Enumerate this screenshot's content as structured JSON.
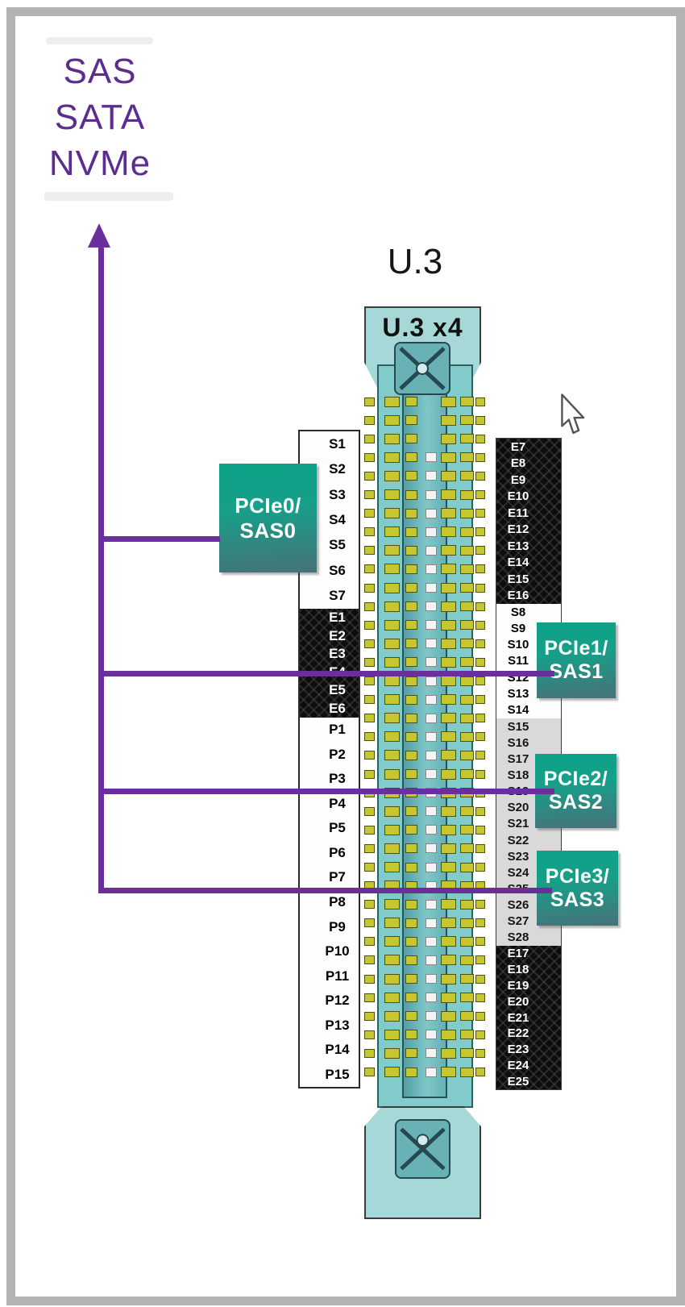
{
  "page": {
    "bus_labels": [
      "SAS",
      "SATA",
      "NVMe"
    ],
    "connector_title": "U.3",
    "connector_body_label": "U.3 x4"
  },
  "colors": {
    "purple_text": "#5b2d90",
    "purple_line": "#6a2f9c",
    "lane_green_top": "#0ca287",
    "lane_green_bottom": "#477179",
    "connector_teal": "#a5d8d6",
    "connector_strip": "#82cbcb",
    "pin_yellow": "#c6c630",
    "frame_gray": "#b3b3b3",
    "section_black": "#0d0d0d",
    "section_gray": "#d9d9d9"
  },
  "icons": {
    "up_arrow": "up-arrow-icon",
    "mouse_cursor": "mouse-pointer-icon",
    "screw_cross": "screw-x-icon"
  },
  "left_column": {
    "sections": [
      {
        "tone": "white",
        "pins": [
          "S1",
          "S2",
          "S3",
          "S4",
          "S5",
          "S6",
          "S7"
        ]
      },
      {
        "tone": "black",
        "pins": [
          "E1",
          "E2",
          "E3",
          "E4",
          "E5",
          "E6"
        ]
      },
      {
        "tone": "white",
        "pins": [
          "P1",
          "P2",
          "P3",
          "P4",
          "P5",
          "P6",
          "P7",
          "P8",
          "P9",
          "P10",
          "P11",
          "P12",
          "P13",
          "P14",
          "P15"
        ]
      }
    ]
  },
  "right_column": {
    "sections": [
      {
        "tone": "black",
        "pins": [
          "E7",
          "E8",
          "E9",
          "E10",
          "E11",
          "E12",
          "E13",
          "E14",
          "E15",
          "E16"
        ]
      },
      {
        "tone": "white",
        "pins": [
          "S8",
          "S9",
          "S10",
          "S11",
          "S12",
          "S13",
          "S14"
        ]
      },
      {
        "tone": "gray",
        "pins": [
          "S15",
          "S16",
          "S17",
          "S18",
          "S19",
          "S20",
          "S21",
          "S22",
          "S23",
          "S24",
          "S25",
          "S26",
          "S27",
          "S28"
        ]
      },
      {
        "tone": "black",
        "pins": [
          "E17",
          "E18",
          "E19",
          "E20",
          "E21",
          "E22",
          "E23",
          "E24",
          "E25"
        ]
      }
    ]
  },
  "lane_boxes": [
    {
      "line1": "PCIe0/",
      "line2": "SAS0"
    },
    {
      "line1": "PCIe1/",
      "line2": "SAS1"
    },
    {
      "line1": "PCIe2/",
      "line2": "SAS2"
    },
    {
      "line1": "PCIe3/",
      "line2": "SAS3"
    }
  ]
}
